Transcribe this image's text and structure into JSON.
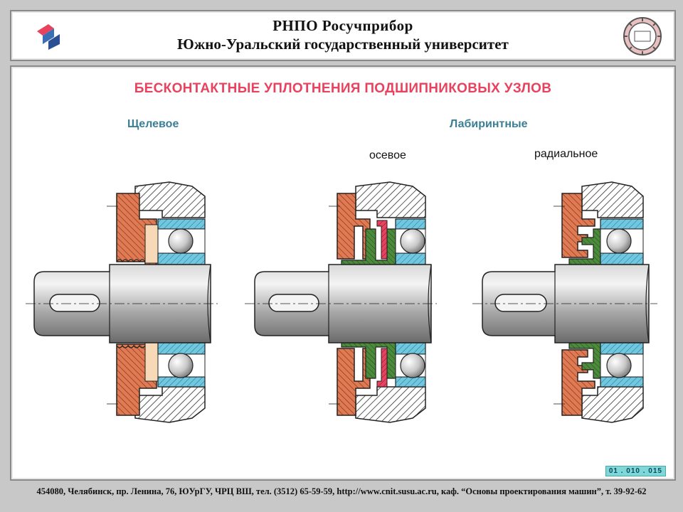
{
  "header": {
    "line1": "РНПО Росучприбор",
    "line2": "Южно-Уральский государственный университет"
  },
  "main": {
    "title": "БЕСКОНТАКТНЫЕ УПЛОТНЕНИЯ ПОДШИПНИКОВЫХ УЗЛОВ",
    "left_label": "Щелевое",
    "right_label": "Лабиринтные",
    "sub_axial": "осевое",
    "sub_radial": "радиальное",
    "code": "01 . 010 . 015"
  },
  "footer": {
    "text": "454080, Челябинск, пр. Ленина, 76, ЮУрГУ, ЧРЦ ВШ, тел. (3512) 65-59-59, http://www.cnit.susu.ac.ru, каф. “Основы проектирования машин”, т. 39-92-62"
  },
  "colors": {
    "title": "#e8425e",
    "label": "#3a7f95",
    "housing_red": "#e07a52",
    "bearing_blue": "#6fc7e0",
    "seal_green": "#4c8a3c",
    "seal_pink": "#e8425e",
    "shaft_gray": "#9a9a9a"
  }
}
